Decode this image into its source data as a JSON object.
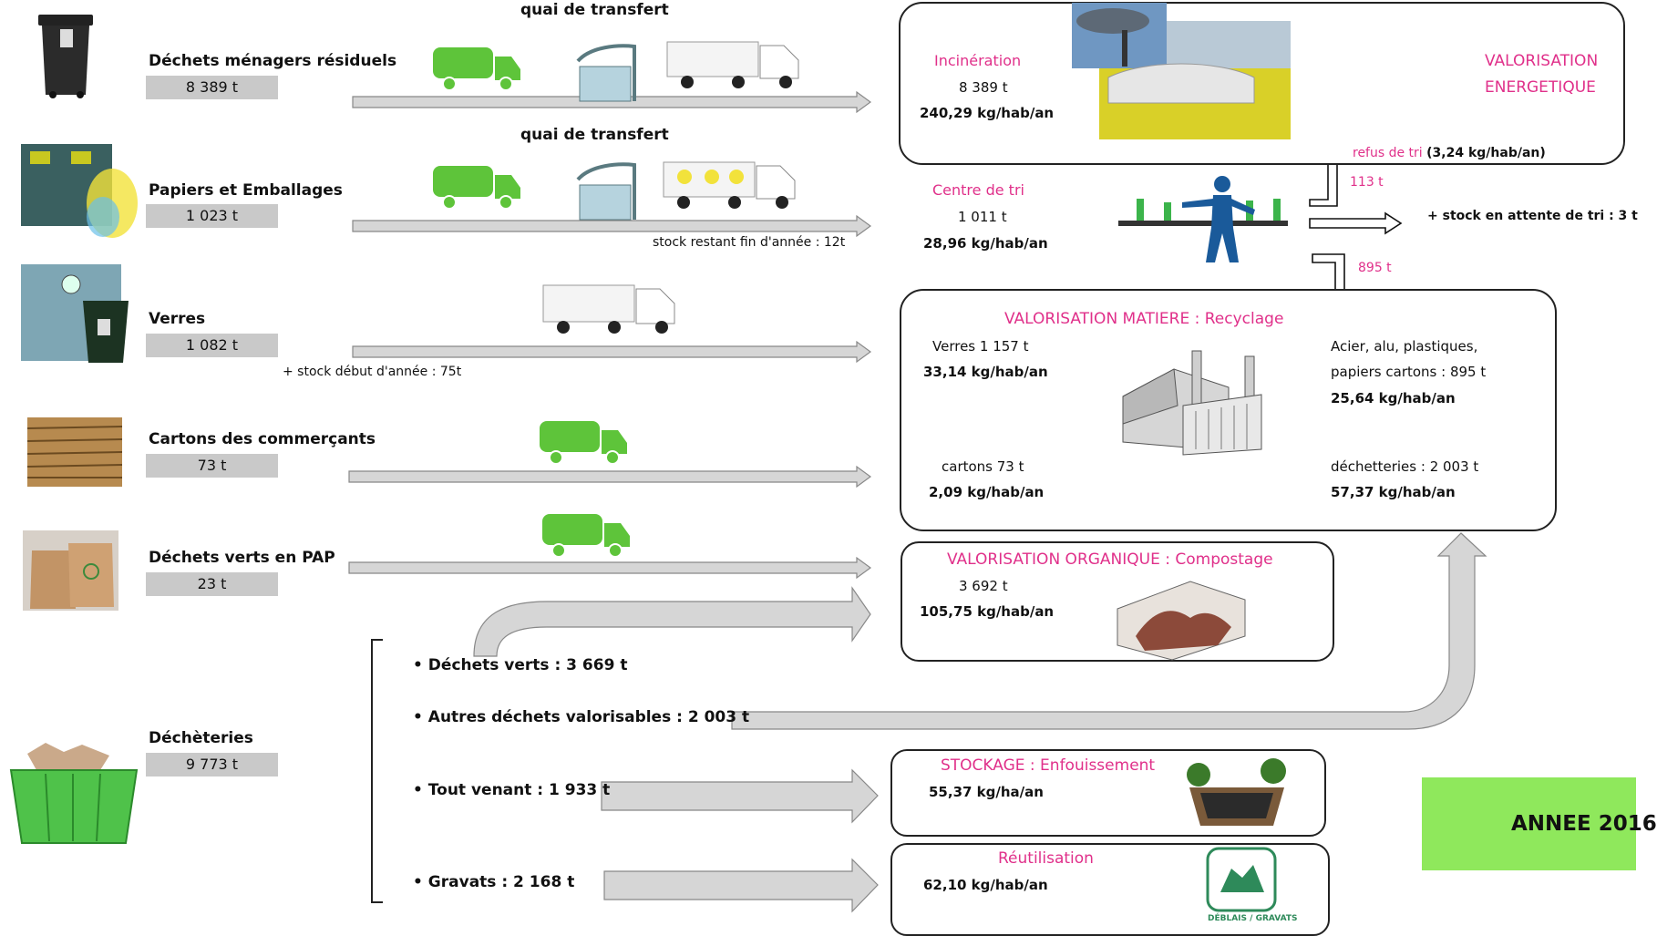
{
  "sources": [
    {
      "label": "Déchets ménagers résiduels",
      "tonnage": "8 389 t",
      "icon": "waste-bin-icon"
    },
    {
      "label": "Papiers et Emballages",
      "tonnage": "1 023 t",
      "icon": "recycling-container-icon"
    },
    {
      "label": "Verres",
      "tonnage": "1 082 t",
      "icon": "glass-container-icon"
    },
    {
      "label": "Cartons des commerçants",
      "tonnage": "73 t",
      "icon": "cardboard-icon"
    },
    {
      "label": "Déchets verts en PAP",
      "tonnage": "23 t",
      "icon": "paper-bags-icon"
    },
    {
      "label": "Déchèteries",
      "tonnage": "9 773 t",
      "icon": "dumpster-icon"
    }
  ],
  "flow_labels": {
    "quai1": "quai de transfert",
    "quai2": "quai de transfert",
    "stock_fin": "stock restant fin d'année : 12t",
    "stock_debut": "+ stock début d'année : 75t"
  },
  "incineration": {
    "title": "Incinération",
    "tonnage": "8 389 t",
    "ratio": "240,29 kg/hab/an",
    "valorisation_line1": "VALORISATION",
    "valorisation_line2": "ENERGETIQUE"
  },
  "refus": {
    "label": "refus de tri",
    "value": "(3,24 kg/hab/an)",
    "t113": "113 t",
    "t895": "895 t"
  },
  "centre_tri": {
    "title": "Centre de tri",
    "tonnage": "1 011 t",
    "ratio": "28,96 kg/hab/an",
    "stock": "+ stock en attente de tri : 3 t"
  },
  "recyclage": {
    "title": "VALORISATION MATIERE : Recyclage",
    "verres": "Verres 1 157 t",
    "verres_ratio": "33,14 kg/hab/an",
    "acier_line1": "Acier, alu, plastiques,",
    "acier_line2": "papiers cartons : 895 t",
    "acier_ratio": "25,64 kg/hab/an",
    "cartons": "cartons 73 t",
    "cartons_ratio": "2,09 kg/hab/an",
    "decheteries": "déchetteries : 2 003 t",
    "decheteries_ratio": "57,37 kg/hab/an"
  },
  "compostage": {
    "title": "VALORISATION ORGANIQUE : Compostage",
    "tonnage": "3 692 t",
    "ratio": "105,75 kg/hab/an"
  },
  "decheterie_items": [
    "Déchets verts : 3 669 t",
    "Autres déchets valorisables : 2 003 t",
    "Tout venant : 1 933 t",
    "Gravats : 2 168 t"
  ],
  "stockage": {
    "title": "STOCKAGE : Enfouissement",
    "ratio": "55,37 kg/ha/an"
  },
  "reutilisation": {
    "title": "Réutilisation",
    "ratio": "62,10 kg/hab/an",
    "badge": "DÉBLAIS / GRAVATS"
  },
  "annee": "ANNEE 2016",
  "colors": {
    "accent_pink": "#e0308a",
    "truck_green": "#5ec43a",
    "arrow_grey": "#d2d2d2",
    "annee_green": "#8fe85c"
  }
}
